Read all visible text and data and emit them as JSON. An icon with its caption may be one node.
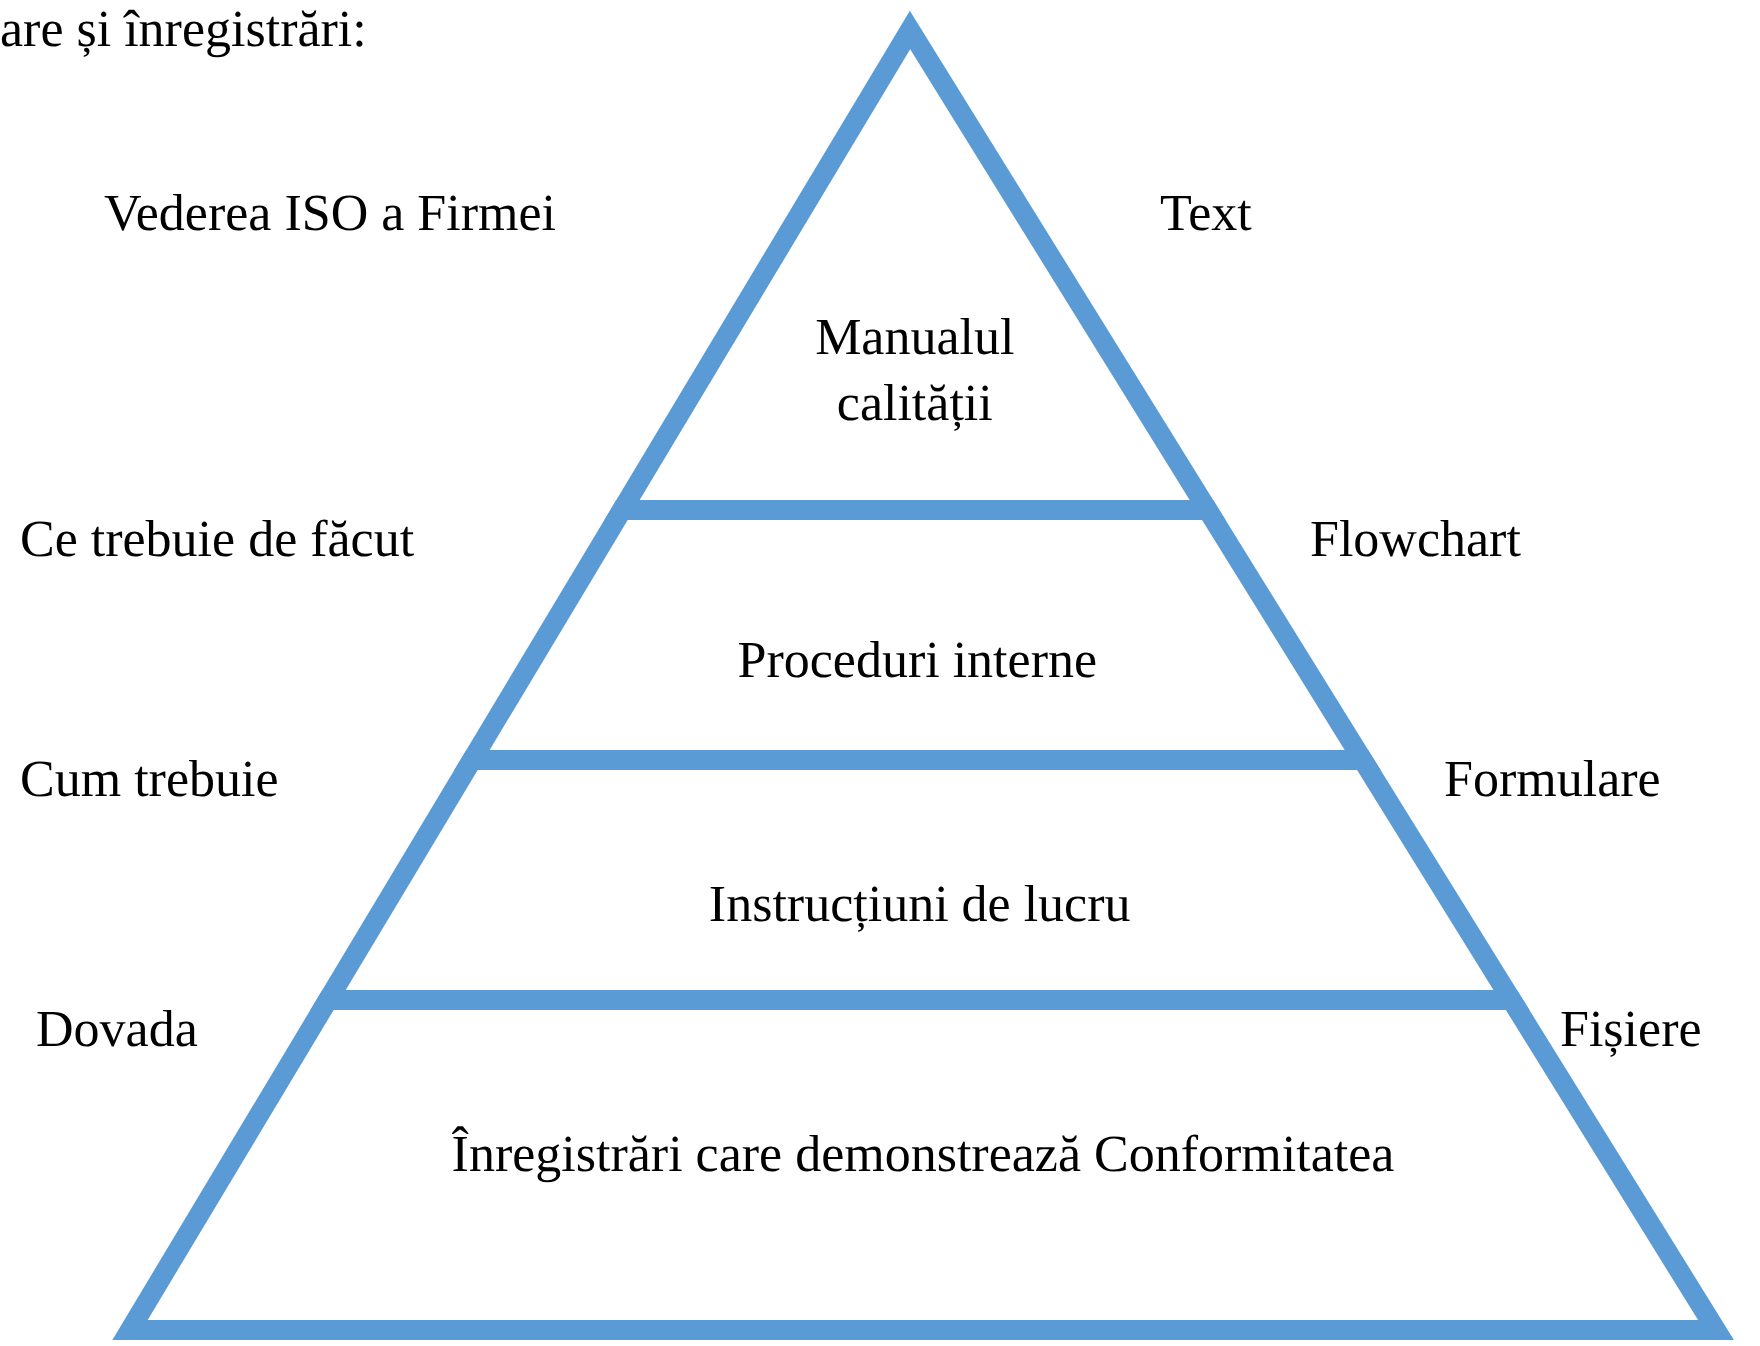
{
  "diagram": {
    "nodes": [
      {
        "text": [
          "Manualul calității"
        ]
      },
      {
        "text": [
          "Proceduri interne"
        ]
      },
      {
        "text": [
          "Instrucțiuni de lucru"
        ]
      },
      {
        "text": [
          "Înregistrări care demonstrează Conformitatea"
        ]
      }
    ],
    "labels": [
      "are și înregistrări:",
      "Vederea ISO a Firmei",
      "Text",
      "Ce trebuie de făcut",
      "Flowchart",
      "Cum trebuie",
      "Formulare",
      "Dovada",
      "Fișiere"
    ]
  }
}
